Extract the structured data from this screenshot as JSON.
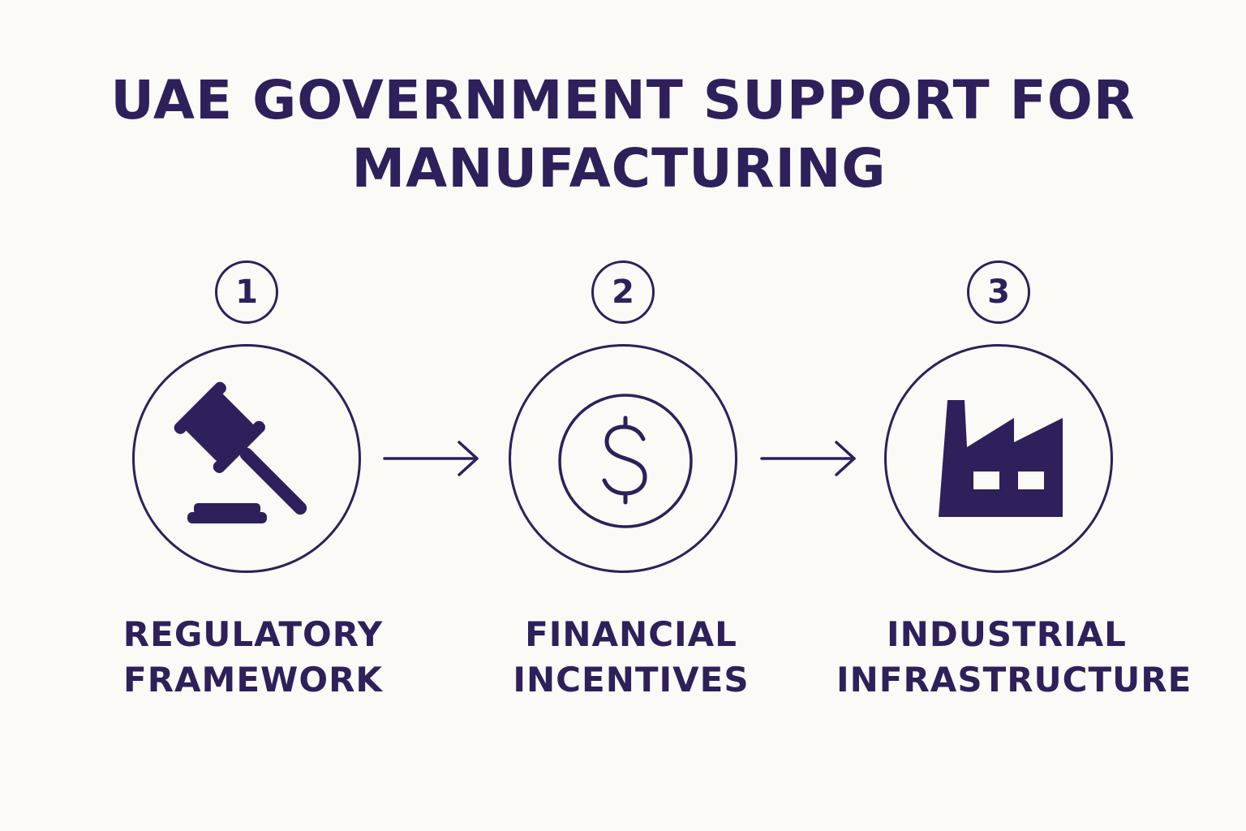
{
  "title": {
    "line1": "UAE GOVERNMENT SUPPORT FOR",
    "line2": "MANUFACTURING"
  },
  "colors": {
    "background": "#fbfaf6",
    "accent": "#2f1f5a"
  },
  "steps": [
    {
      "number": "1",
      "icon": "gavel-icon",
      "label_line1": "REGULATORY",
      "label_line2": "FRAMEWORK"
    },
    {
      "number": "2",
      "icon": "dollar-coin-icon",
      "label_line1": "FINANCIAL",
      "label_line2": "INCENTIVES"
    },
    {
      "number": "3",
      "icon": "factory-icon",
      "label_line1": "INDUSTRIAL",
      "label_line2": "INFRASTRUCTURE"
    }
  ]
}
